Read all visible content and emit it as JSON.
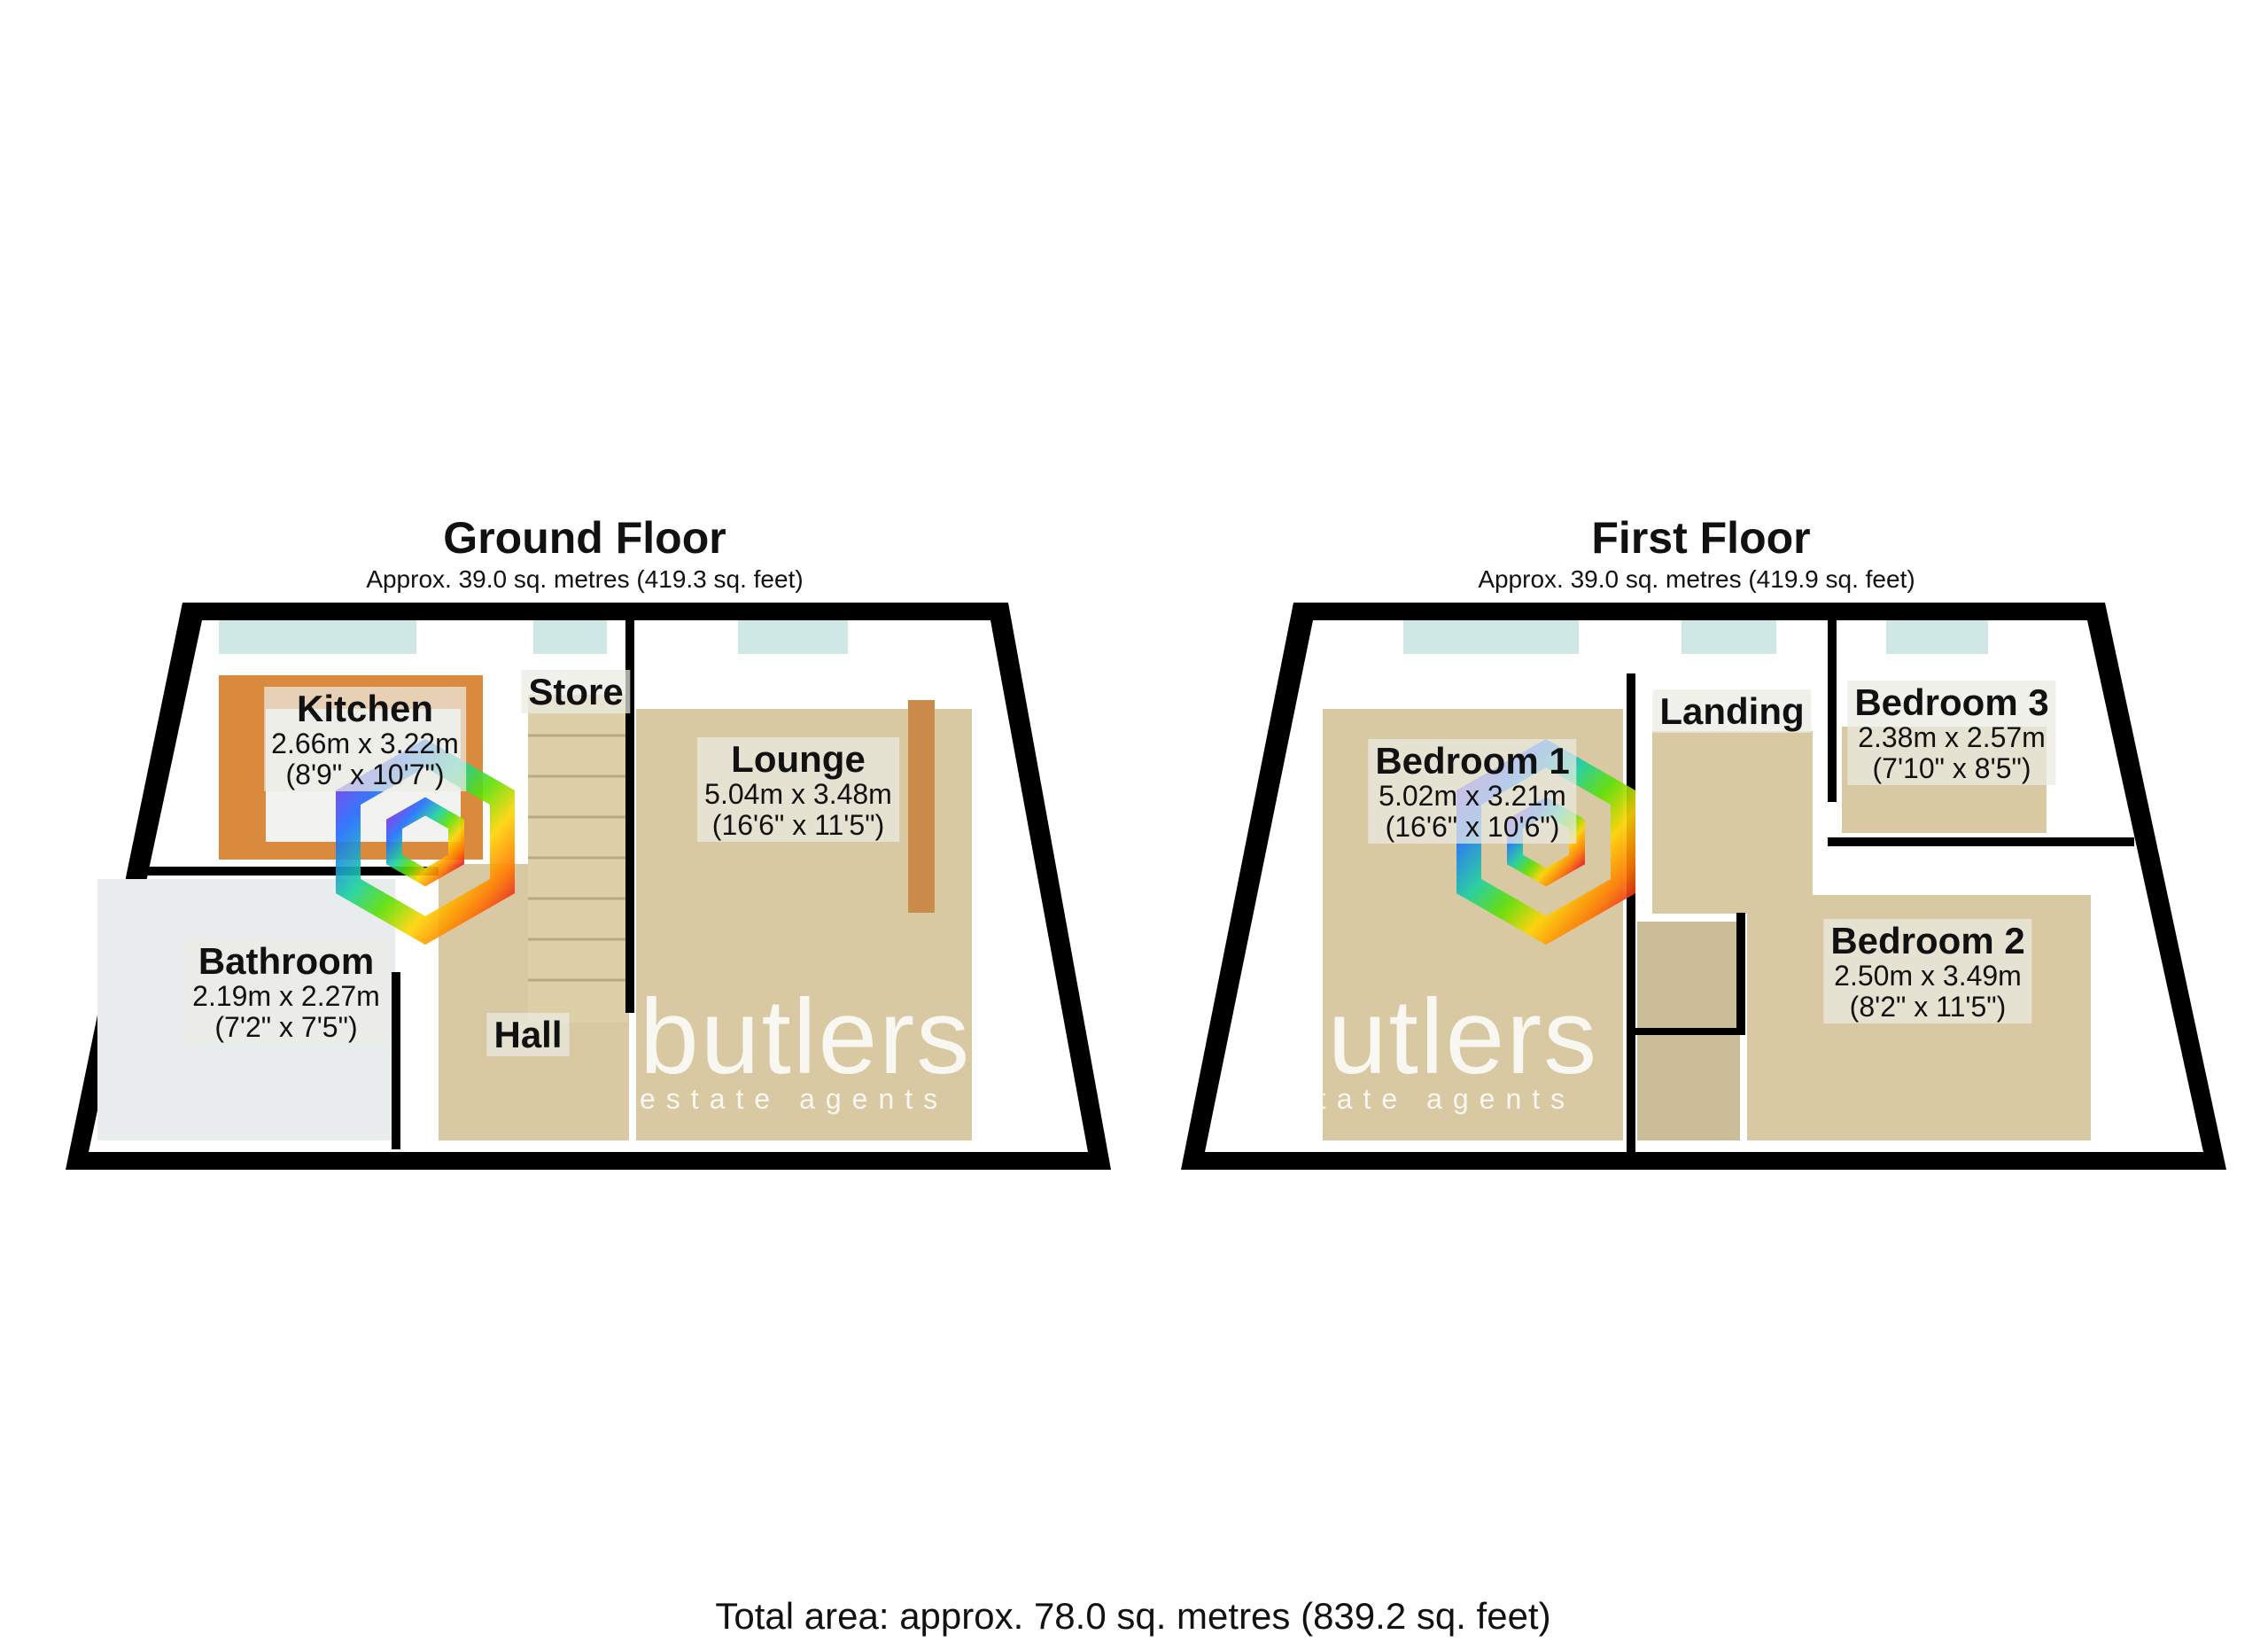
{
  "ground_floor": {
    "title": "Ground Floor",
    "area": "Approx. 39.0 sq. metres (419.3 sq. feet)",
    "rooms": [
      {
        "name": "Kitchen",
        "metric": "2.66m x 3.22m",
        "imperial": "(8'9\" x 10'7\")"
      },
      {
        "name": "Store"
      },
      {
        "name": "Lounge",
        "metric": "5.04m x 3.48m",
        "imperial": "(16'6\" x 11'5\")"
      },
      {
        "name": "Bathroom",
        "metric": "2.19m x 2.27m",
        "imperial": "(7'2\" x 7'5\")"
      },
      {
        "name": "Hall"
      }
    ]
  },
  "first_floor": {
    "title": "First Floor",
    "area": "Approx. 39.0 sq. metres (419.9 sq. feet)",
    "rooms": [
      {
        "name": "Bedroom 1",
        "metric": "5.02m x 3.21m",
        "imperial": "(16'6\" x 10'6\")"
      },
      {
        "name": "Landing"
      },
      {
        "name": "Bedroom 3",
        "metric": "2.38m x 2.57m",
        "imperial": "(7'10\" x 8'5\")"
      },
      {
        "name": "Bedroom 2",
        "metric": "2.50m x 3.49m",
        "imperial": "(8'2\" x 11'5\")"
      }
    ]
  },
  "watermark": {
    "brand": "butlers",
    "tagline": "estate agents"
  },
  "total_area": "Total area: approx. 78.0 sq. metres (839.2 sq. feet)",
  "colors": {
    "wall": "#000000",
    "carpet": "#d8c9a3",
    "kitchen_worktop": "#d98a3c",
    "window": "#cfe8e6"
  }
}
